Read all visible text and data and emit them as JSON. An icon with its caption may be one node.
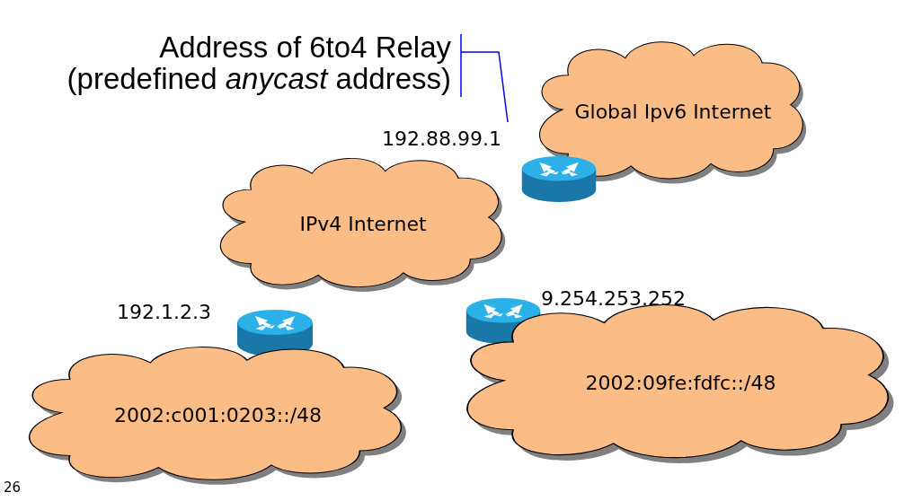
{
  "diagram": {
    "nodes": [
      {
        "text": [
          "Address of 6to4 Relay (predefined *anycast* address)"
        ]
      },
      {
        "text": [
          "Global Ipv6 Internet"
        ]
      },
      {
        "text": [
          "IPv4 Internet"
        ]
      },
      {
        "text": [],
        "shape": "cylinder"
      },
      {
        "text": [],
        "shape": "cylinder"
      },
      {
        "text": [],
        "shape": "cylinder"
      },
      {
        "text": [
          "2002:c001:0203::/48"
        ]
      },
      {
        "text": [
          "2002:09fe:fdfc::/48"
        ]
      }
    ],
    "edges": [
      {
        "from": 0,
        "to": 3,
        "arrow": "none",
        "color": "#0000ff"
      }
    ],
    "labels": [
      "192.88.99.1",
      "9.254.253.252",
      "192.1.2.3",
      "26"
    ]
  }
}
